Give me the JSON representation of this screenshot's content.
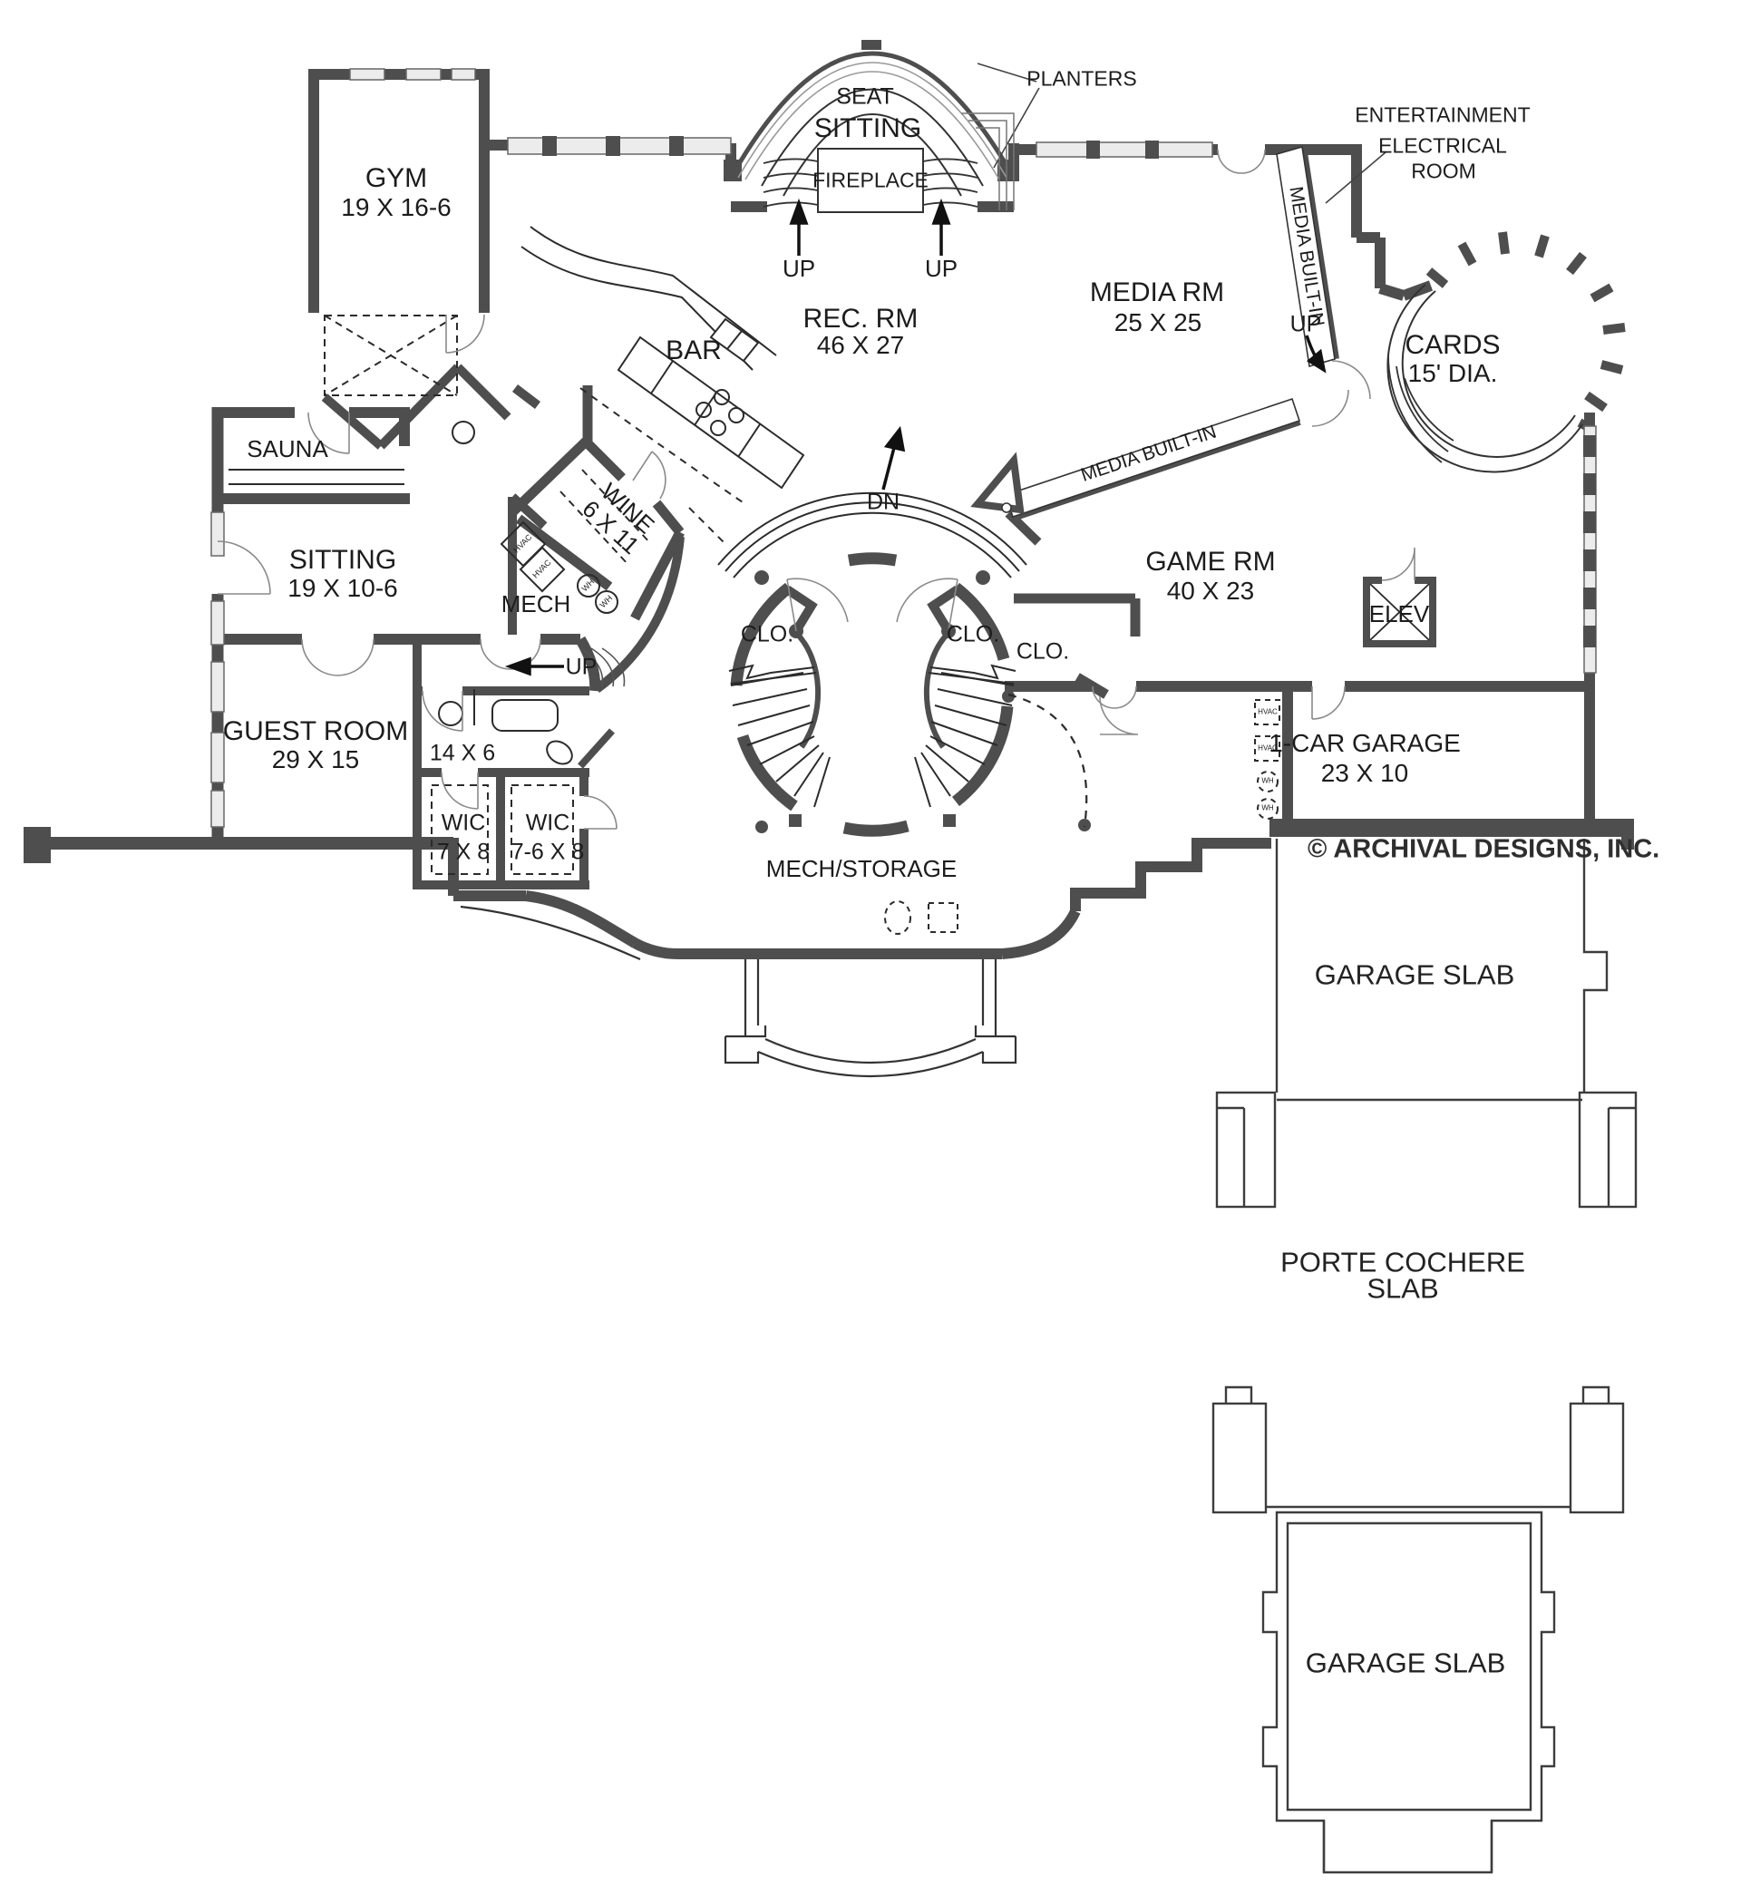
{
  "rooms": {
    "gym": {
      "name": "GYM",
      "dims": "19 X 16-6"
    },
    "sitting_bay": {
      "name": "SITTING",
      "seat": "SEAT",
      "fireplace": "FIREPLACE"
    },
    "media_rm": {
      "name": "MEDIA RM",
      "dims": "25 X 25"
    },
    "cards": {
      "name": "CARDS",
      "dims": "15' DIA."
    },
    "rec_rm": {
      "name": "REC. RM",
      "dims": "46 X 27"
    },
    "bar": {
      "name": "BAR"
    },
    "sauna": {
      "name": "SAUNA"
    },
    "wine": {
      "name": "WINE",
      "dims": "6 X 11"
    },
    "sitting": {
      "name": "SITTING",
      "dims": "19 X 10-6"
    },
    "mech": {
      "name": "MECH"
    },
    "game_rm": {
      "name": "GAME RM",
      "dims": "40 X 23"
    },
    "guest": {
      "name": "GUEST ROOM",
      "dims": "29 X 15"
    },
    "bath": {
      "dims": "14 X 6"
    },
    "wic1": {
      "name": "WIC",
      "dims": "7 X 8"
    },
    "wic2": {
      "name": "WIC",
      "dims": "7-6 X 8"
    },
    "mech_storage": {
      "name": "MECH/STORAGE"
    },
    "garage1": {
      "name": "1-CAR GARAGE",
      "dims": "23 X 10"
    },
    "elev": {
      "name": "ELEV"
    },
    "closet": {
      "label": "CLO."
    }
  },
  "annotations": {
    "planters": "PLANTERS",
    "entertainment_room": {
      "line1": "ENTERTAINMENT",
      "line2": "ELECTRICAL",
      "line3": "ROOM"
    },
    "media_built_in": "MEDIA BUILT-IN",
    "up": "UP",
    "dn": "DN",
    "hvac": "HVAC",
    "wh": "WH"
  },
  "footer": {
    "copyright": "© ARCHIVAL DESIGNS, INC."
  },
  "slabs": {
    "garage_slab_upper": "GARAGE SLAB",
    "porte_cochere": {
      "line1": "PORTE COCHERE",
      "line2": "SLAB"
    },
    "garage_slab_lower": "GARAGE SLAB"
  },
  "colors": {
    "wall": "#4e4e4e",
    "line": "#2b2b2b",
    "window": "#ececec",
    "door_arc": "#8a8a8a"
  }
}
